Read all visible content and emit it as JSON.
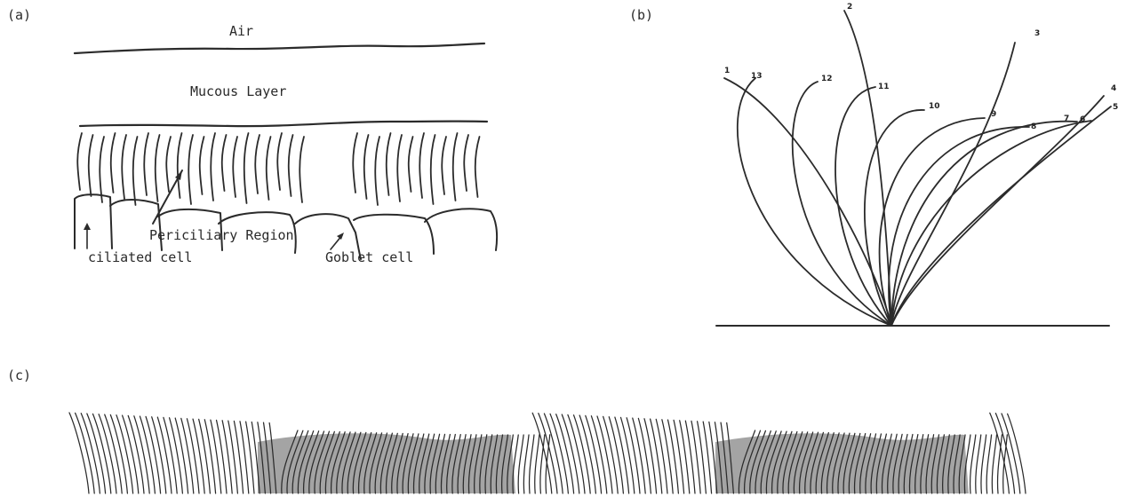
{
  "panels": {
    "a": {
      "label": "(a)",
      "air": "Air",
      "mucous": "Mucous Layer",
      "periciliary": "Periciliary Region",
      "ciliated": "ciliated cell",
      "goblet": "Goblet cell"
    },
    "b": {
      "label": "(b)",
      "stroke_numbers": [
        "1",
        "2",
        "3",
        "4",
        "5",
        "6",
        "7",
        "8",
        "9",
        "10",
        "11",
        "12",
        "13"
      ]
    },
    "c": {
      "label": "(c)"
    }
  },
  "colors": {
    "ink": "#2b2b2b",
    "background": "#ffffff"
  }
}
